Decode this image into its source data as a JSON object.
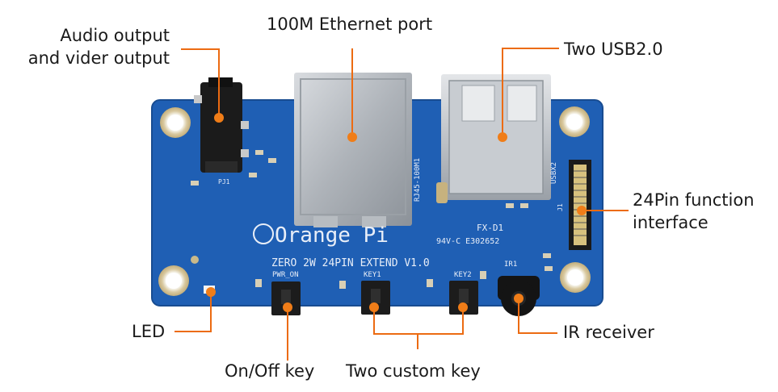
{
  "labels": {
    "audio_line1": "Audio output",
    "audio_line2": "and vider output",
    "ethernet": "100M Ethernet port",
    "usb": "Two USB2.0",
    "pin_line1": "24Pin function",
    "pin_line2": "interface",
    "led": "LED",
    "ir": "IR receiver",
    "onoff": "On/Off key",
    "custom": "Two custom key"
  },
  "board": {
    "brand": "Orange Pi",
    "model_text": "ZERO 2W 24PIN EXTEND V1.0",
    "fx": "FX-D1",
    "cert": "94V-C E302652",
    "rj45": "RJ45-100M1",
    "usb_silk": "USBX2",
    "pwr_on": "PWR_ON",
    "key1": "KEY1",
    "key2": "KEY2",
    "ir1": "IR1",
    "pj1": "PJ1",
    "j1": "J1"
  },
  "colors": {
    "pcb": "#1f5fb4",
    "leader": "#ec6b12",
    "marker": "#f07d18"
  }
}
